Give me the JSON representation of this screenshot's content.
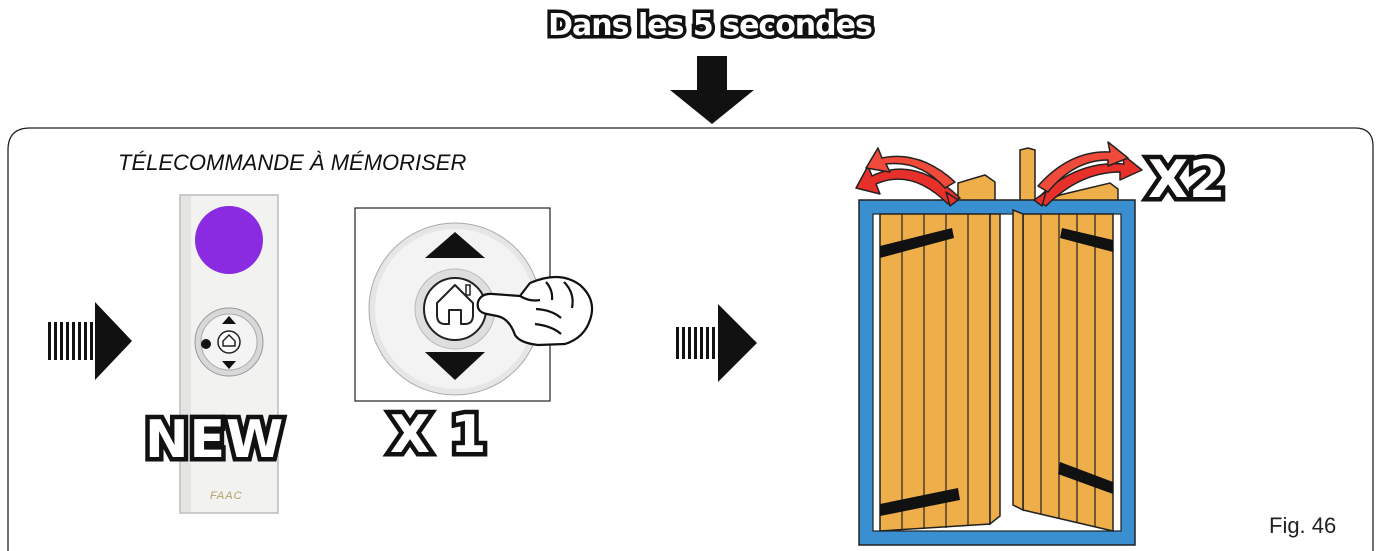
{
  "header": {
    "title": "Dans les 5 secondes"
  },
  "step": {
    "remote_heading": "TÉLECOMMANDE À MÉMORISER",
    "new_label": "NEW",
    "press_count": "X 1",
    "shutter_cycles": "X2",
    "brand": "FAAC",
    "figure_label": "Fig. 46"
  },
  "colors": {
    "remote_button": "#8a2be2",
    "frame": "#3a8fd0",
    "shutter": "#eeae4a",
    "motion_arrow": "#e8302a"
  },
  "icons": [
    "down-arrow-icon",
    "push-arrow-icon",
    "home-icon",
    "pointing-hand-icon",
    "up-triangle-icon",
    "down-triangle-icon",
    "curved-arrow-icon"
  ]
}
